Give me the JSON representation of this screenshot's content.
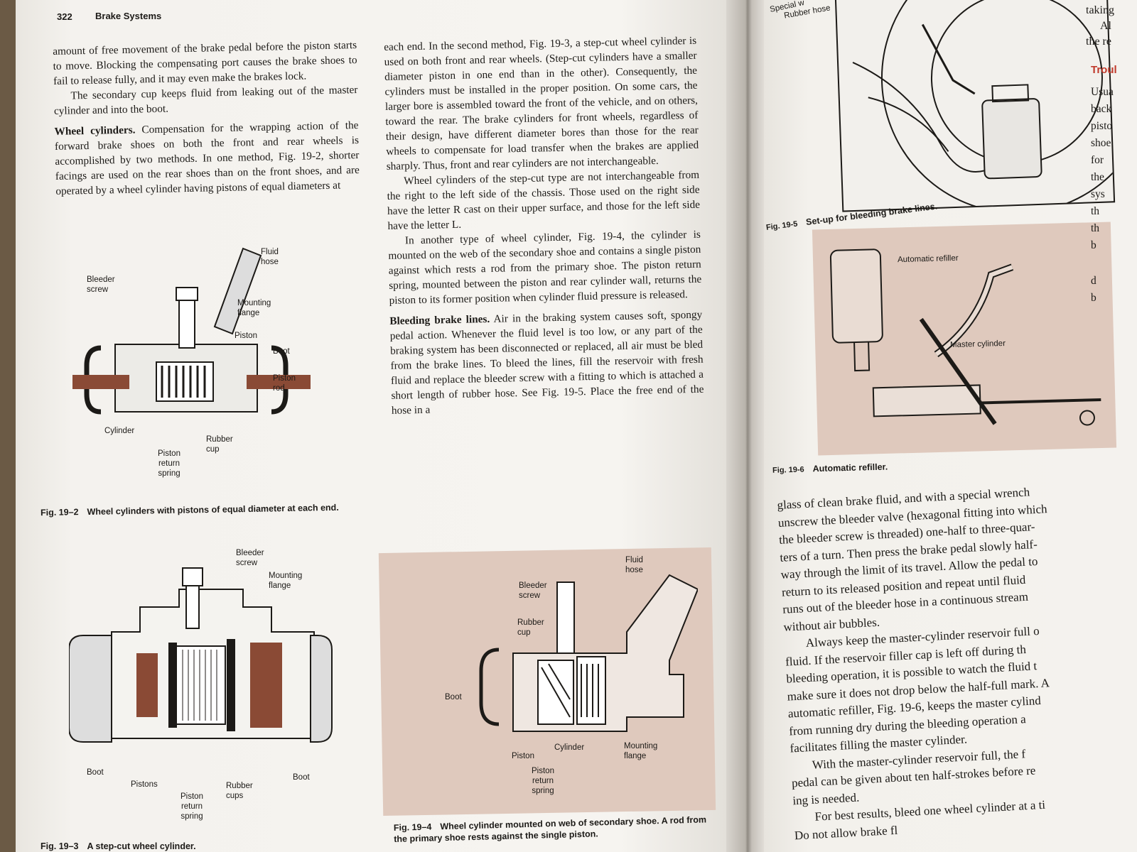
{
  "left_page": {
    "page_number": "322",
    "running_head": "Brake Systems",
    "col1": {
      "p1": "amount of free movement of the brake pedal before the piston starts to move. Blocking the compensating port causes the brake shoes to fail to release fully, and it may even make the brakes lock.",
      "p2": "The secondary cup keeps fluid from leaking out of the master cylinder and into the boot.",
      "p3_head": "Wheel cylinders.",
      "p3": " Compensation for the wrapping action of the forward brake shoes on both the front and rear wheels is accomplished by two methods. In one method, Fig. 19-2, shorter facings are used on the rear shoes than on the front shoes, and are operated by a wheel cylinder having pistons of equal diameters at"
    },
    "col2": {
      "p1": "each end. In the second method, Fig. 19-3, a step-cut wheel cylinder is used on both front and rear wheels. (Step-cut cylinders have a smaller diameter piston in one end than in the other). Consequently, the cylinders must be installed in the proper position. On some cars, the larger bore is assembled toward the front of the vehicle, and on others, toward the rear. The brake cylinders for front wheels, regardless of their design, have different diameter bores than those for the rear wheels to compensate for load transfer when the brakes are applied sharply. Thus, front and rear cylinders are not interchangeable.",
      "p2": "Wheel cylinders of the step-cut type are not interchangeable from the right to the left side of the chassis. Those used on the right side have the letter R cast on their upper surface, and those for the left side have the letter L.",
      "p3": "In another type of wheel cylinder, Fig. 19-4, the cylinder is mounted on the web of the secondary shoe and contains a single piston against which rests a rod from the primary shoe. The piston return spring, mounted between the piston and rear cylinder wall, returns the piston to its former position when cylinder fluid pressure is released.",
      "p4_head": "Bleeding brake lines.",
      "p4": " Air in the braking system causes soft, spongy pedal action. Whenever the fluid level is too low, or any part of the braking system has been disconnected or replaced, all air must be bled from the brake lines. To bleed the lines, fill the reservoir with fresh fluid and replace the bleeder screw with a fitting to which is attached a short length of rubber hose. See Fig. 19-5. Place the free end of the hose in a"
    },
    "fig2": {
      "number": "Fig. 19–2",
      "caption": "Wheel cylinders with pistons of equal diameter at each end.",
      "labels": {
        "fluid_hose": [
          "Fluid",
          "hose"
        ],
        "bleeder_screw": [
          "Bleeder",
          "screw"
        ],
        "mounting_flange": [
          "Mounting",
          "flange"
        ],
        "piston": "Piston",
        "boot": "Boot",
        "piston_rod": [
          "Piston",
          "rod"
        ],
        "cylinder": "Cylinder",
        "rubber_cup": [
          "Rubber",
          "cup"
        ],
        "piston_return_spring": [
          "Piston",
          "return",
          "spring"
        ]
      }
    },
    "fig3": {
      "number": "Fig. 19–3",
      "caption": "A step-cut wheel cylinder.",
      "labels": {
        "bleeder_screw": [
          "Bleeder",
          "screw"
        ],
        "mounting_flange": [
          "Mounting",
          "flange"
        ],
        "boot_left": "Boot",
        "boot_right": "Boot",
        "pistons": "Pistons",
        "rubber_cups": [
          "Rubber",
          "cups"
        ],
        "piston_return_spring": [
          "Piston",
          "return",
          "spring"
        ]
      }
    },
    "fig4": {
      "number": "Fig. 19–4",
      "caption": "Wheel cylinder mounted on web of secondary shoe. A rod from the primary shoe rests against the single piston.",
      "labels": {
        "fluid_hose": [
          "Fluid",
          "hose"
        ],
        "bleeder_screw": [
          "Bleeder",
          "screw"
        ],
        "rubber_cup": [
          "Rubber",
          "cup"
        ],
        "boot": "Boot",
        "piston": "Piston",
        "cylinder": "Cylinder",
        "mounting_flange": [
          "Mounting",
          "flange"
        ],
        "piston_return_spring": [
          "Piston",
          "return",
          "spring"
        ]
      }
    }
  },
  "right_page": {
    "fig5": {
      "number": "Fig. 19-5",
      "caption": "Set-up for bleeding brake lines.",
      "labels": {
        "special_wrench": "Special w",
        "rubber_hose": "Rubber hose"
      }
    },
    "fig6": {
      "number": "Fig. 19-6",
      "caption": "Automatic refiller.",
      "labels": {
        "automatic_refiller": "Automatic refiller",
        "master_cylinder": "Master cylinder"
      }
    },
    "lines": [
      "glass of clean brake fluid, and with a special wrench",
      "unscrew the bleeder valve (hexagonal fitting into which",
      "the bleeder screw is threaded) one-half to three-quar-",
      "ters of a turn. Then press the brake pedal slowly half-",
      "way through the limit of its travel. Allow the pedal to",
      "return to its released position and repeat until fluid",
      "runs out of the bleeder hose in a continuous stream",
      "without air bubbles.",
      "Always keep the master-cylinder reservoir full o",
      "fluid. If the reservoir filler cap is left off during th",
      "bleeding operation, it is possible to watch the fluid t",
      "make sure it does not drop below the half-full mark. A",
      "automatic refiller, Fig. 19-6, keeps the master cylind",
      "from running dry during the bleeding operation a",
      "facilitates filling the master cylinder.",
      "With the master-cylinder reservoir full, the f",
      "pedal can be given about ten half-strokes before re",
      "ing is needed.",
      "For best results, bleed one wheel cylinder at a ti",
      "Do not allow brake fl"
    ],
    "edge": {
      "top": [
        "taking",
        "Al",
        "the re"
      ],
      "heading": "Troul",
      "words": [
        "Usua",
        "back",
        "pisto",
        "shoe",
        "for",
        "the",
        "sys",
        "th",
        "th",
        "b",
        "d",
        "b"
      ]
    }
  },
  "colors": {
    "figure_tint": "#dfc9bd",
    "brown_part": "#8a4a35",
    "heading_red": "#c0392b"
  }
}
